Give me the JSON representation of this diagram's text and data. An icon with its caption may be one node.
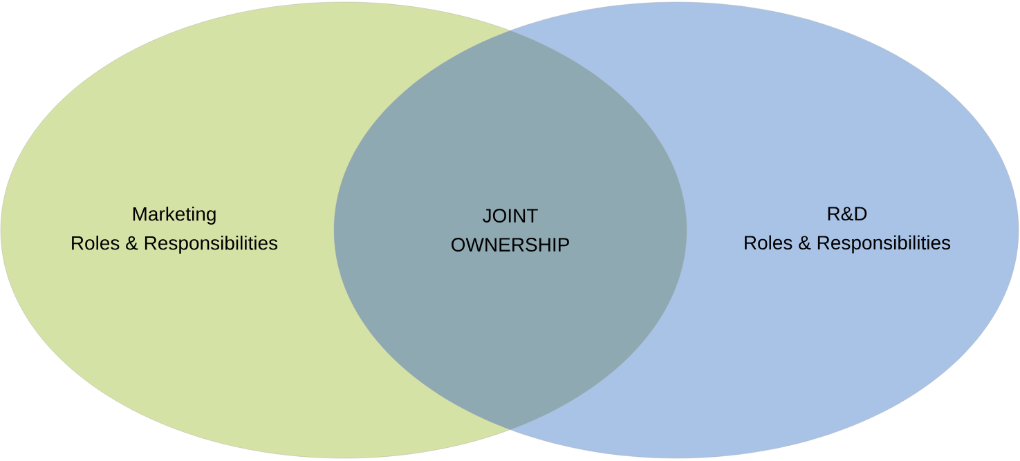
{
  "diagram": {
    "nodes": [
      {
        "text": [
          "Marketing",
          "Roles & Responsibilities"
        ]
      },
      {
        "text": [
          "R&D",
          "Roles & Responsibilities"
        ]
      }
    ],
    "labels": [
      "JOINT OWNERSHIP"
    ]
  }
}
